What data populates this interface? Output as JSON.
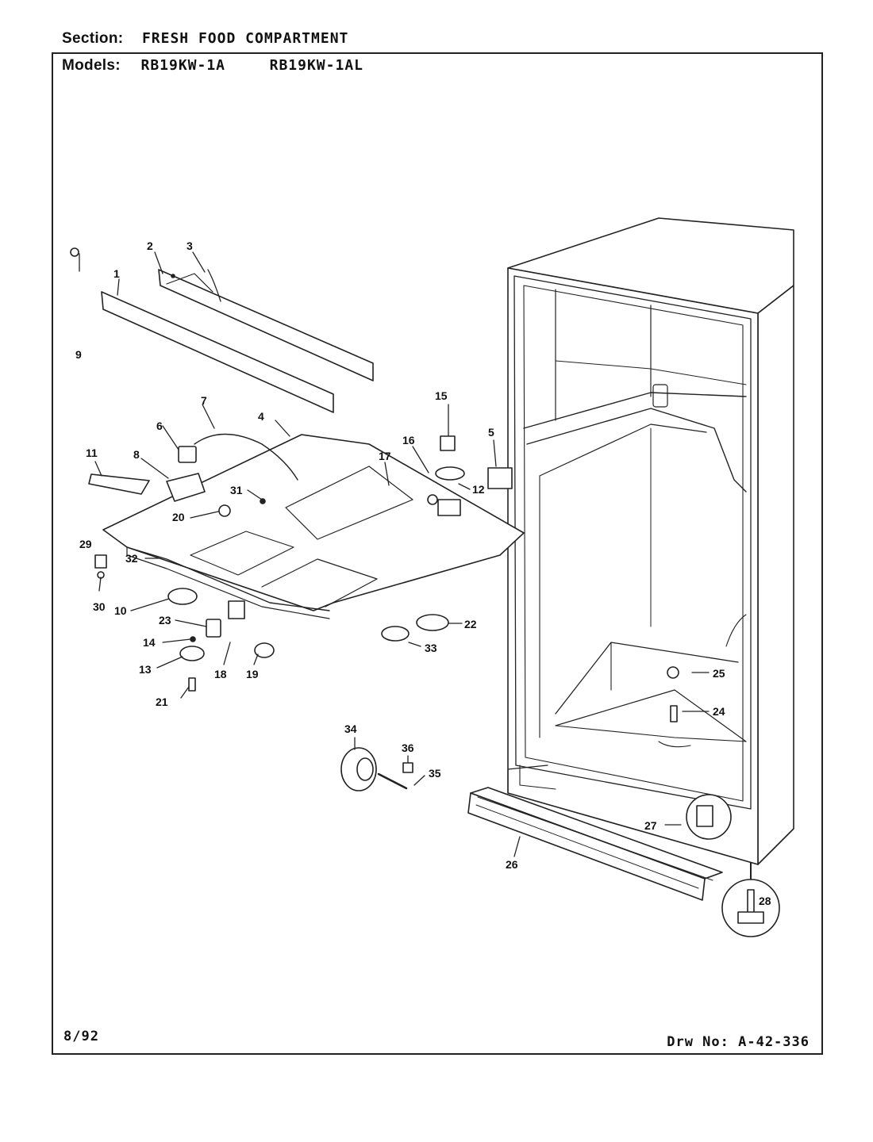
{
  "header": {
    "section_label": "Section:",
    "section_value": "FRESH FOOD COMPARTMENT",
    "models_label": "Models:",
    "model_1": "RB19KW-1A",
    "model_2": "RB19KW-1AL"
  },
  "footer": {
    "date": "8/92",
    "drawing_number": "Drw No: A-42-336"
  },
  "part_labels": [
    "1",
    "2",
    "3",
    "4",
    "5",
    "6",
    "7",
    "8",
    "9",
    "10",
    "11",
    "12",
    "13",
    "14",
    "15",
    "16",
    "17",
    "18",
    "19",
    "20",
    "21",
    "22",
    "23",
    "24",
    "25",
    "26",
    "27",
    "28",
    "29",
    "30",
    "31",
    "32",
    "33",
    "34",
    "35",
    "36"
  ]
}
